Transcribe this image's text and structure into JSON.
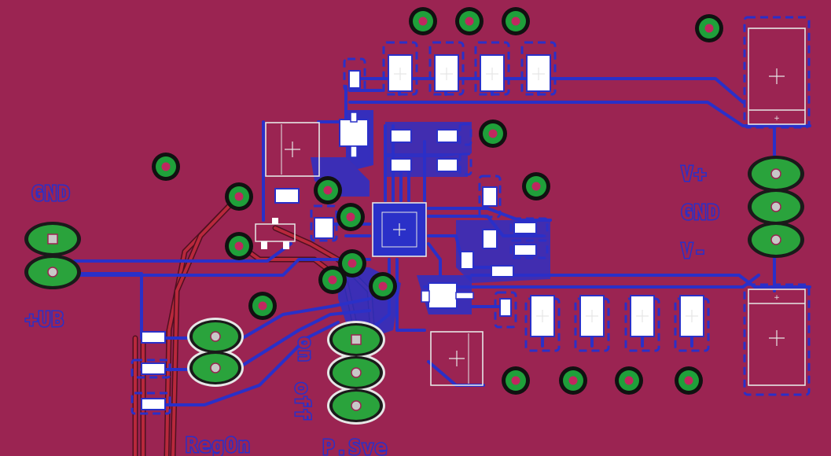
{
  "labels": {
    "gnd_left": "GND",
    "ub_left": "+UB",
    "v_plus": "V+",
    "gnd_right": "GND",
    "v_minus": "V-",
    "on": "on",
    "off": "off",
    "regon": "RegOn",
    "psve": "P.Sve"
  },
  "colors": {
    "board": "#9b2452",
    "top_copper": "#2a30c8",
    "bottom_copper": "#b8283c",
    "pad": "#2aa33c",
    "silkscreen": "#e6e6e6"
  }
}
